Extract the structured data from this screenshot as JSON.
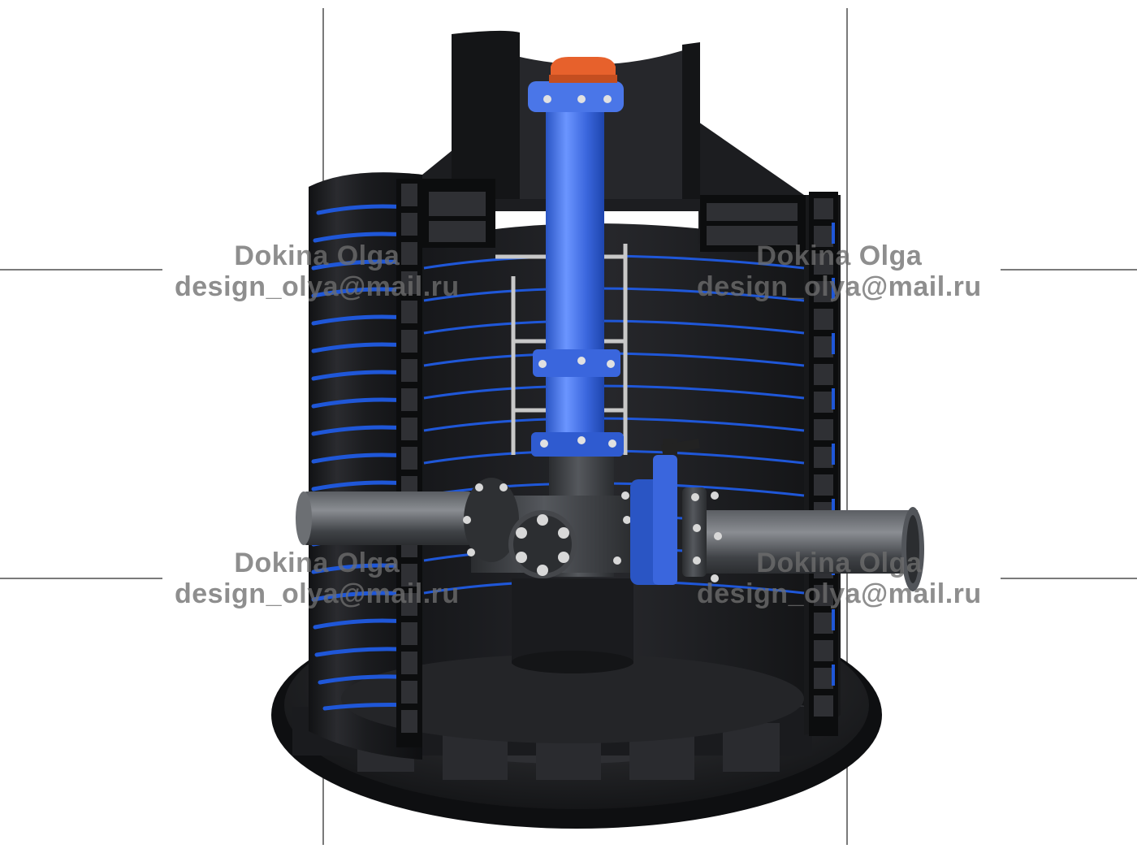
{
  "watermarks": [
    {
      "name": "Dokina Olga",
      "email": "design_olya@mail.ru"
    },
    {
      "name": "Dokina Olga",
      "email": "design_olya@mail.ru"
    },
    {
      "name": "Dokina Olga",
      "email": "design_olya@mail.ru"
    },
    {
      "name": "Dokina Olga",
      "email": "design_olya@mail.ru"
    }
  ],
  "colors": {
    "background": "#ffffff",
    "shaft_body": "#1f2023",
    "stripe_blue": "#1f57d8",
    "riser_blue": "#3f6fe6",
    "cap_orange": "#e7612c",
    "cast_iron": "#3a3c40",
    "bracket_grey": "#c8c8c8",
    "guide_line": "#7a7a7a"
  }
}
